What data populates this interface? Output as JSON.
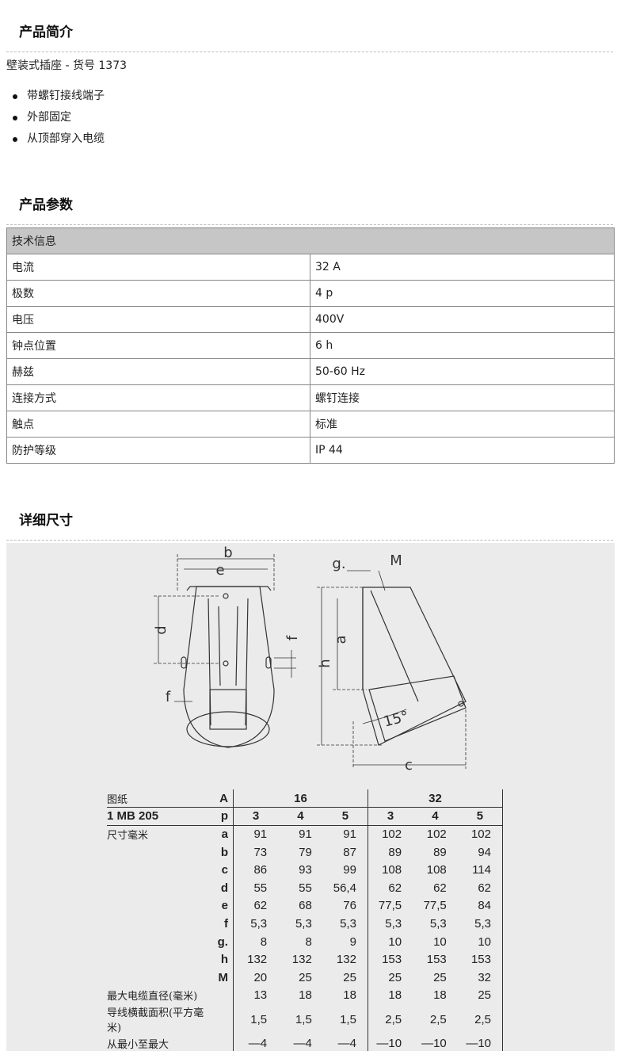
{
  "sections": {
    "intro_title": "产品简介",
    "params_title": "产品参数",
    "dims_title": "详细尺寸"
  },
  "intro": {
    "line": "壁装式插座 - 货号 1373",
    "bullets": [
      "带螺钉接线端子",
      "外部固定",
      "从顶部穿入电缆"
    ]
  },
  "specs": {
    "header": "技术信息",
    "rows": [
      {
        "k": "电流",
        "v": "32 A"
      },
      {
        "k": "极数",
        "v": "4 p"
      },
      {
        "k": "电压",
        "v": "400V"
      },
      {
        "k": "钟点位置",
        "v": "6 h"
      },
      {
        "k": "赫兹",
        "v": "50-60 Hz"
      },
      {
        "k": "连接方式",
        "v": "螺钉连接"
      },
      {
        "k": "触点",
        "v": "标准"
      },
      {
        "k": "防护等级",
        "v": "IP 44"
      }
    ]
  },
  "drawing_labels": {
    "b": "b",
    "e": "e",
    "d": "d",
    "f1": "f",
    "f2": "f",
    "g": "g.",
    "M": "M",
    "a": "a",
    "h": "h",
    "angle": "15°",
    "c": "c"
  },
  "dims": {
    "row0": {
      "label": "图纸",
      "sym": "A",
      "g1": "16",
      "g2": "32"
    },
    "row1": {
      "label": "1 MB 205",
      "sym": "p",
      "vals": [
        "3",
        "4",
        "5",
        "3",
        "4",
        "5"
      ]
    },
    "rows": [
      {
        "label": "尺寸毫米",
        "sym": "a",
        "vals": [
          "91",
          "91",
          "91",
          "102",
          "102",
          "102"
        ]
      },
      {
        "label": "",
        "sym": "b",
        "vals": [
          "73",
          "79",
          "87",
          "89",
          "89",
          "94"
        ]
      },
      {
        "label": "",
        "sym": "c",
        "vals": [
          "86",
          "93",
          "99",
          "108",
          "108",
          "114"
        ]
      },
      {
        "label": "",
        "sym": "d",
        "vals": [
          "55",
          "55",
          "56,4",
          "62",
          "62",
          "62"
        ]
      },
      {
        "label": "",
        "sym": "e",
        "vals": [
          "62",
          "68",
          "76",
          "77,5",
          "77,5",
          "84"
        ]
      },
      {
        "label": "",
        "sym": "f",
        "vals": [
          "5,3",
          "5,3",
          "5,3",
          "5,3",
          "5,3",
          "5,3"
        ]
      },
      {
        "label": "",
        "sym": "g.",
        "vals": [
          "8",
          "8",
          "9",
          "10",
          "10",
          "10"
        ]
      },
      {
        "label": "",
        "sym": "h",
        "vals": [
          "132",
          "132",
          "132",
          "153",
          "153",
          "153"
        ]
      },
      {
        "label": "",
        "sym": "M",
        "vals": [
          "20",
          "25",
          "25",
          "25",
          "25",
          "32"
        ]
      },
      {
        "label": "最大电缆直径(毫米)",
        "sym": "",
        "vals": [
          "13",
          "18",
          "18",
          "18",
          "18",
          "25"
        ]
      },
      {
        "label": "导线横截面积(平方毫米)",
        "sym": "",
        "vals": [
          "1,5",
          "1,5",
          "1,5",
          "2,5",
          "2,5",
          "2,5"
        ]
      },
      {
        "label": "从最小至最大",
        "sym": "",
        "vals": [
          "—4",
          "—4",
          "—4",
          "—10",
          "—10",
          "—10"
        ]
      }
    ]
  }
}
